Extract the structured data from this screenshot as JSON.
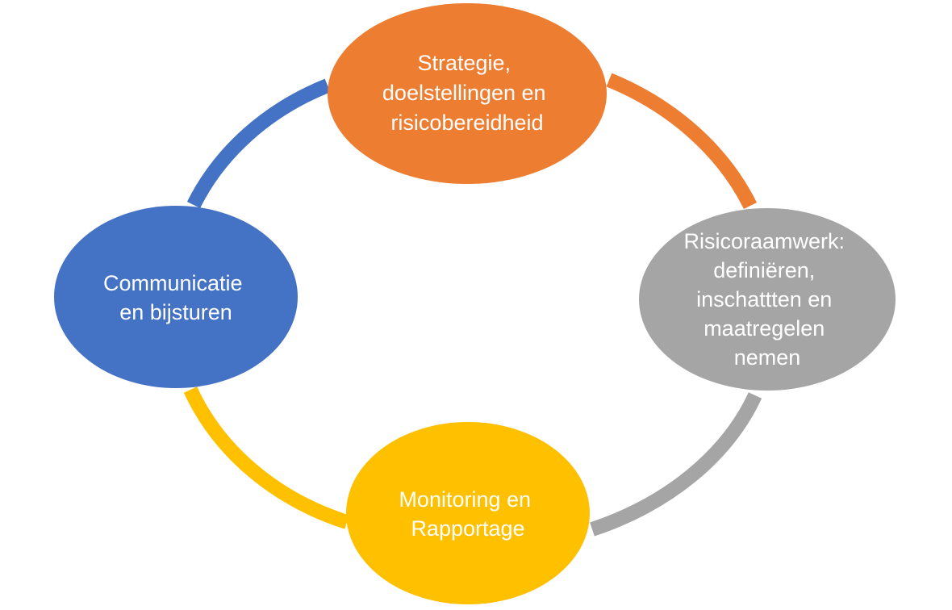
{
  "diagram": {
    "nodes": [
      {
        "id": "strategy",
        "lines": [
          "Strategie,",
          "doelstellingen en",
          "risicobereidheid"
        ],
        "color": "#ED7D31"
      },
      {
        "id": "framework",
        "lines": [
          "Risicoraamwerk:",
          "definiëren,",
          "inschattten en",
          "maatregelen",
          "nemen"
        ],
        "color": "#A5A5A5"
      },
      {
        "id": "monitoring",
        "lines": [
          "Monitoring en",
          "Rapportage"
        ],
        "color": "#FFC000"
      },
      {
        "id": "communication",
        "lines": [
          "Communicatie",
          "en bijsturen"
        ],
        "color": "#4472C4"
      }
    ],
    "arcs": [
      {
        "from": "strategy",
        "to": "framework",
        "color": "#ED7D31"
      },
      {
        "from": "framework",
        "to": "monitoring",
        "color": "#A5A5A5"
      },
      {
        "from": "monitoring",
        "to": "communication",
        "color": "#FFC000"
      },
      {
        "from": "communication",
        "to": "strategy",
        "color": "#4472C4"
      }
    ]
  }
}
